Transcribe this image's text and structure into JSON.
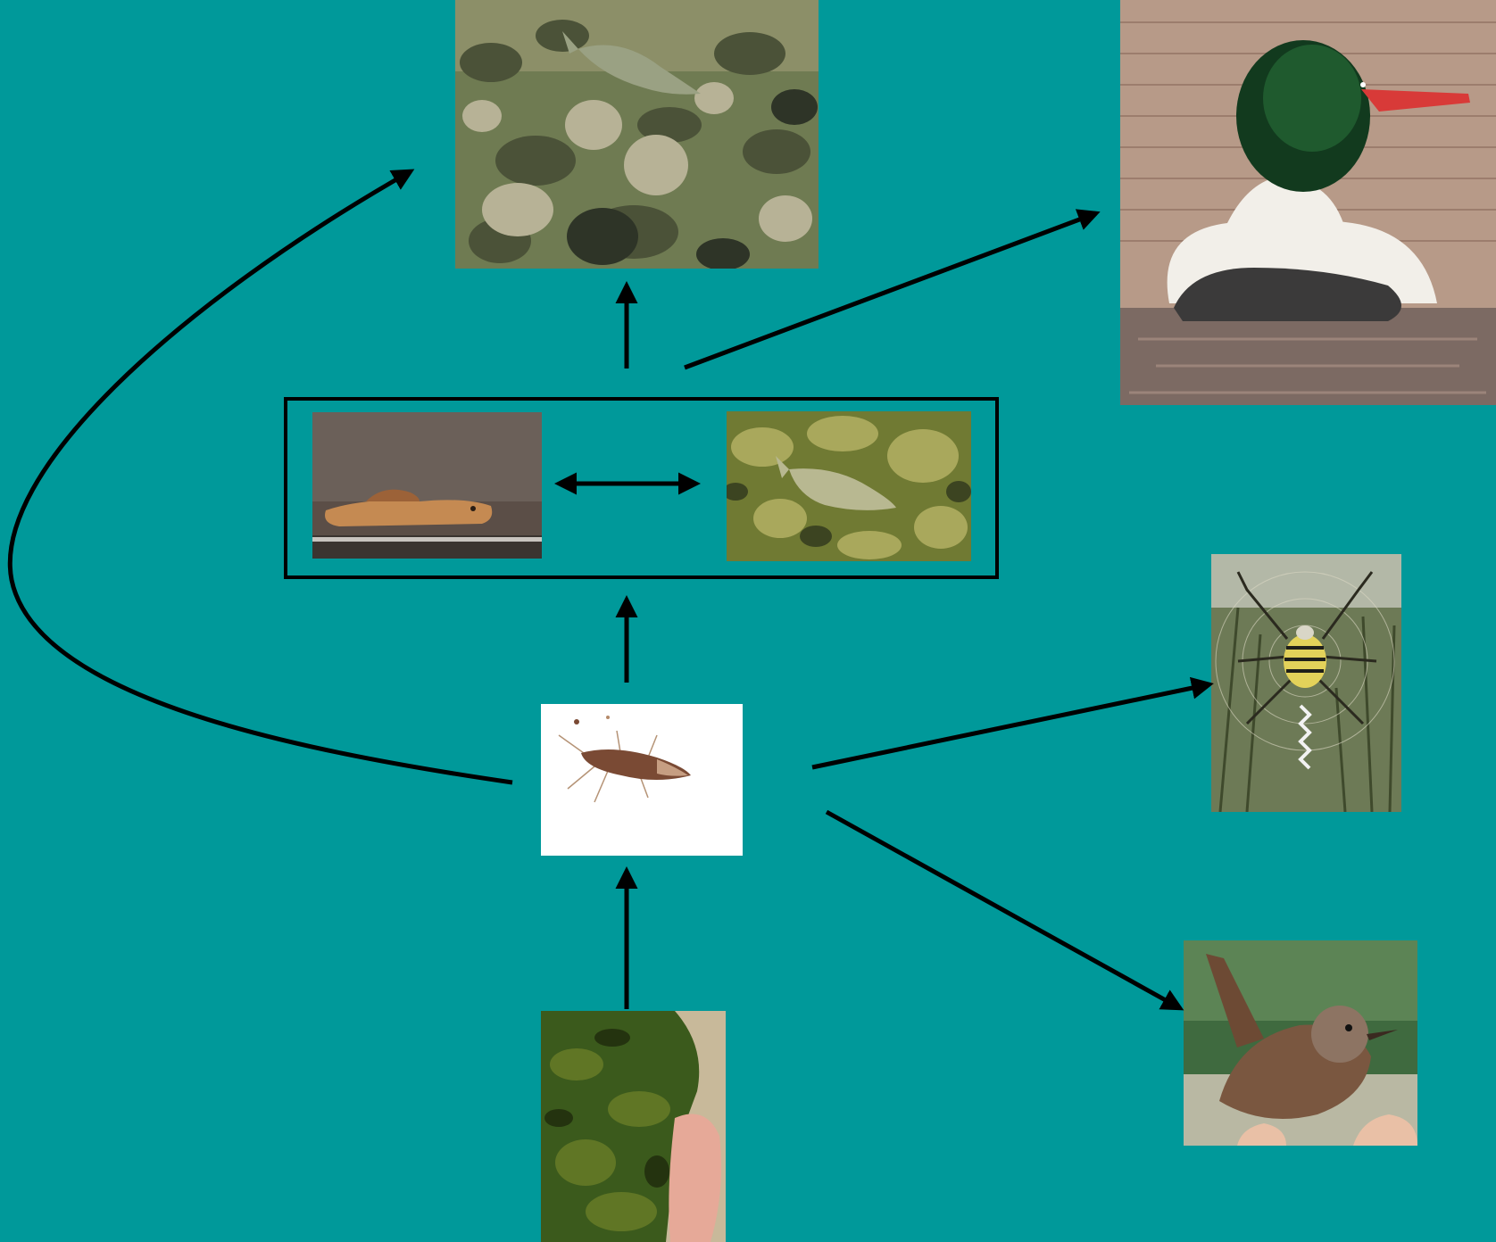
{
  "background": "#00999a",
  "arrow_color": "#000000",
  "nodes": {
    "trout_in_stream": {
      "icon": "trout-stream-photo"
    },
    "merganser": {
      "icon": "common-merganser-photo"
    },
    "sculpin": {
      "icon": "sculpin-fish-photo"
    },
    "juvenile_salmon": {
      "icon": "juvenile-salmon-photo"
    },
    "insect_larva": {
      "icon": "mayfly-larva-photo"
    },
    "wasp_spider": {
      "icon": "orb-weaver-spider-photo"
    },
    "wren": {
      "icon": "winter-wren-photo"
    },
    "algae_rock": {
      "icon": "algae-covered-rock-photo"
    }
  },
  "links": [
    {
      "from": "algae_rock",
      "to": "insect_larva"
    },
    {
      "from": "insect_larva",
      "to": "fish_group"
    },
    {
      "from": "fish_group",
      "to": "trout_in_stream"
    },
    {
      "from": "fish_group",
      "to": "merganser"
    },
    {
      "from": "insect_larva",
      "to": "trout_in_stream"
    },
    {
      "from": "insect_larva",
      "to": "wasp_spider"
    },
    {
      "from": "insect_larva",
      "to": "wren"
    },
    {
      "from": "sculpin",
      "to": "juvenile_salmon",
      "bidirectional": true
    }
  ]
}
